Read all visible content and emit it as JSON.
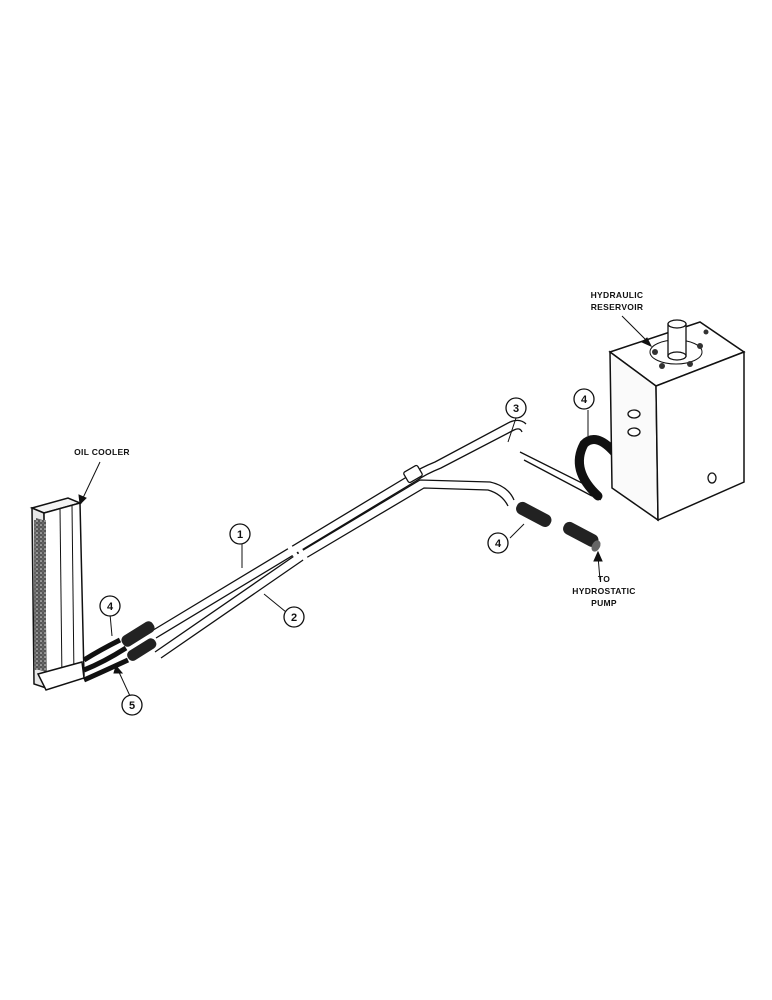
{
  "labels": {
    "oil_cooler": "OIL COOLER",
    "reservoir_line1": "HYDRAULIC",
    "reservoir_line2": "RESERVOIR",
    "pump_line1": "TO",
    "pump_line2": "HYDROSTATIC",
    "pump_line3": "PUMP"
  },
  "callouts": {
    "c1": "1",
    "c2": "2",
    "c3": "3",
    "c4_top": "4",
    "c4_mid": "4",
    "c4_left": "4",
    "c5": "5"
  }
}
